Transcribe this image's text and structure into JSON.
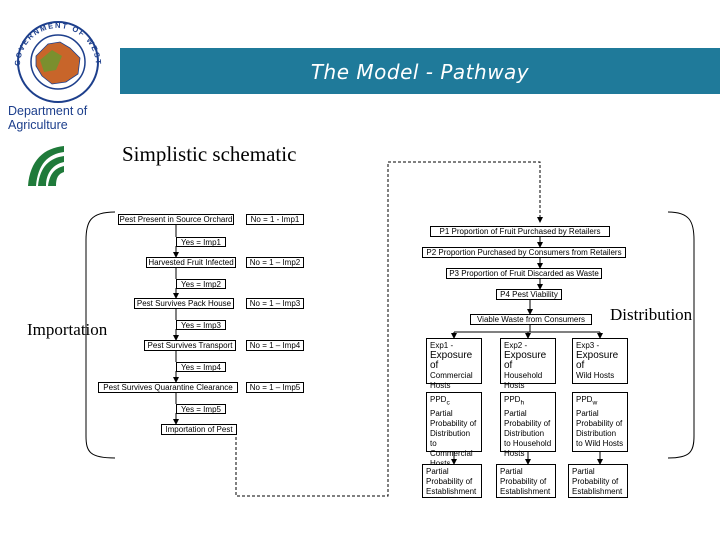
{
  "header": {
    "title": "The Model - Pathway"
  },
  "logo": {
    "seal_text": "GOVERNMENT OF WESTERN AUSTRALIA",
    "department_line1": "Department of",
    "department_line2": "Agriculture"
  },
  "diagram": {
    "subtitle": "Simplistic schematic",
    "labels": {
      "importation": "Importation",
      "distribution": "Distribution"
    },
    "importation_steps": {
      "source": "Pest Present in Source Orchard",
      "harvested": "Harvested Fruit Infected",
      "pack_house": "Pest Survives Pack House",
      "transport": "Pest Survives Transport",
      "quarantine": "Pest Survives Quarantine Clearance",
      "importation": "Importation of Pest"
    },
    "yes_labels": {
      "imp1": "Yes = Imp1",
      "imp2": "Yes = Imp2",
      "imp3": "Yes = Imp3",
      "imp4": "Yes = Imp4",
      "imp5": "Yes = Imp5"
    },
    "no_labels": {
      "imp1": "No = 1 - Imp1",
      "imp2": "No = 1 – Imp2",
      "imp3": "No = 1 – Imp3",
      "imp4": "No = 1 – Imp4",
      "imp5": "No = 1 – Imp5"
    },
    "distribution_steps": {
      "p1": "P1 Proportion of Fruit Purchased by Retailers",
      "p2": "P2 Proportion Purchased by Consumers from Retailers",
      "p3": "P3 Proportion of Fruit Discarded as Waste",
      "p4": "P4 Pest Viability",
      "viable_waste": "Viable Waste from Consumers"
    },
    "exposures": [
      {
        "title": "Exp1 -",
        "prefix": "Exposure of",
        "hosts": "Commercial Hosts"
      },
      {
        "title": "Exp2 -",
        "prefix": "Exposure of",
        "hosts": "Household Hosts"
      },
      {
        "title": "Exp3 -",
        "prefix": "Exposure of",
        "hosts": "Wild Hosts"
      }
    ],
    "ppd": [
      {
        "code": "PPD",
        "sub": "c",
        "text": "Partial Probability of Distribution to Commercial Hosts"
      },
      {
        "code": "PPD",
        "sub": "h",
        "text": "Partial Probability of Distribution to Household Hosts"
      },
      {
        "code": "PPD",
        "sub": "w",
        "text": "Partial Probability of Distribution to Wild Hosts"
      }
    ],
    "establishment": [
      "Partial Probability of Establishment",
      "Partial Probability of Establishment",
      "Partial Probability of Establishment"
    ]
  }
}
